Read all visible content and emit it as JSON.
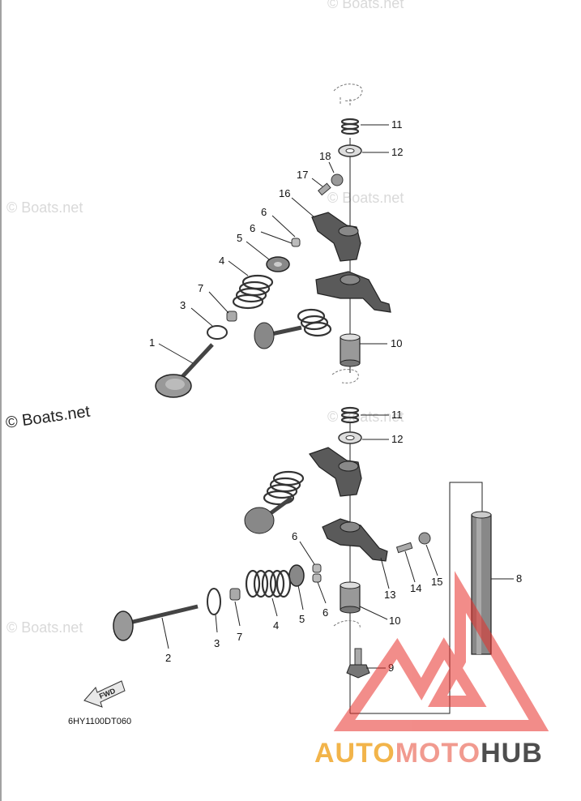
{
  "watermarks": [
    "© Boats.net",
    "© Boats.net",
    "© Boats.net",
    "© Boats.net",
    "© Boats.net",
    "© Boats.net"
  ],
  "diagram_code": "6HY1100DT060",
  "fwd_arrow": "FWD",
  "brand": {
    "part1": "AUTO",
    "part2": "MOTO",
    "part3": "HUB"
  },
  "callouts": {
    "c1": "1",
    "c2": "2",
    "c3a": "3",
    "c3b": "3",
    "c4a": "4",
    "c4b": "4",
    "c5a": "5",
    "c5b": "5",
    "c6a": "6",
    "c6b": "6",
    "c6c": "6",
    "c6d": "6",
    "c7a": "7",
    "c7b": "7",
    "c8": "8",
    "c9": "9",
    "c10a": "10",
    "c10b": "10",
    "c11a": "11",
    "c11b": "11",
    "c12a": "12",
    "c12b": "12",
    "c13": "13",
    "c14": "14",
    "c15": "15",
    "c16": "16",
    "c17": "17",
    "c18": "18"
  },
  "colors": {
    "logo_red": "#e8302a",
    "logo_orange": "#f2b44a",
    "logo_pink": "#f19a8f",
    "logo_gray": "#4e4e4e"
  }
}
